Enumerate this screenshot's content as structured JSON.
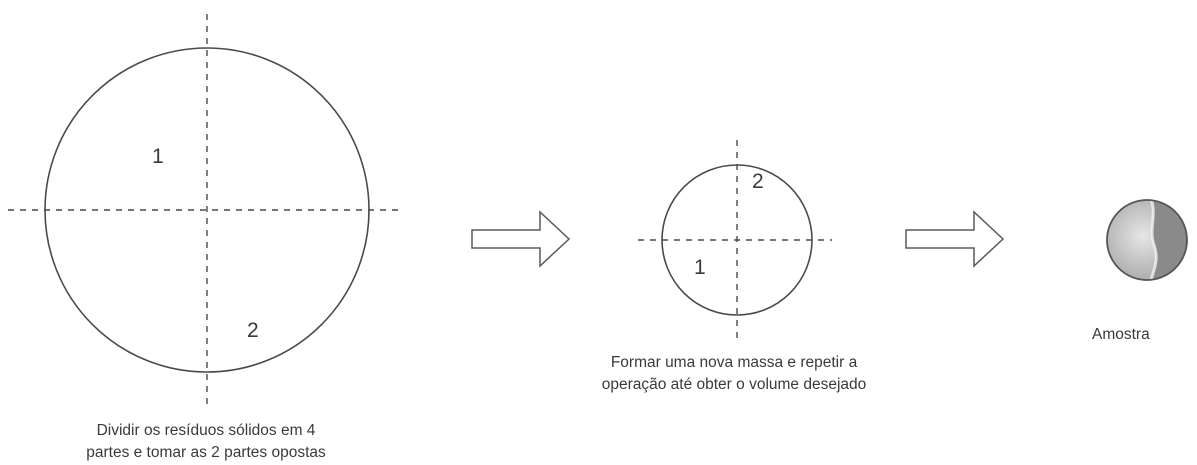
{
  "step1": {
    "quadrant_label_a": "1",
    "quadrant_label_b": "2",
    "caption_line1": "Dividir os resíduos sólidos em 4",
    "caption_line2": "partes e tomar as 2 partes opostas"
  },
  "step2": {
    "quadrant_label_a": "2",
    "quadrant_label_b": "1",
    "caption_line1": "Formar uma nova massa e repetir a",
    "caption_line2": "operação até obter o volume desejado"
  },
  "step3": {
    "caption": "Amostra"
  },
  "colors": {
    "line": "#4a4a4a",
    "sample_dark": "#7a7a7a",
    "sample_light": "#d6d6d6"
  }
}
